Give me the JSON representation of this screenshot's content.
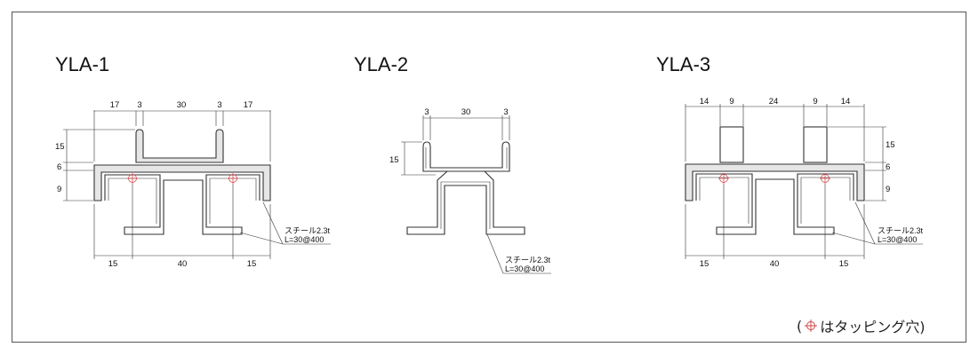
{
  "panels": [
    {
      "title": "YLA-1",
      "dims_top": [
        "17",
        "3",
        "30",
        "3",
        "17"
      ],
      "dims_left": [
        "15",
        "6",
        "9"
      ],
      "dims_bottom": [
        "15",
        "40",
        "15"
      ],
      "material": "スチール2.3t",
      "length": "L=30@400"
    },
    {
      "title": "YLA-2",
      "dims_top": [
        "3",
        "30",
        "3"
      ],
      "dims_left": [
        "15"
      ],
      "material": "スチール2.3t",
      "length": "L=30@400"
    },
    {
      "title": "YLA-3",
      "dims_top": [
        "14",
        "9",
        "24",
        "9",
        "14"
      ],
      "dims_right": [
        "15",
        "6",
        "9"
      ],
      "dims_bottom": [
        "15",
        "40",
        "15"
      ],
      "material": "スチール2.3t",
      "length": "L=30@400"
    }
  ],
  "legend": {
    "open": "(",
    "text": "はタッピング穴)",
    "hole_icon": "tapping-hole-icon"
  },
  "colors": {
    "hole": "#d04040",
    "steel_fill": "#e6e6e6",
    "line": "#333333"
  }
}
